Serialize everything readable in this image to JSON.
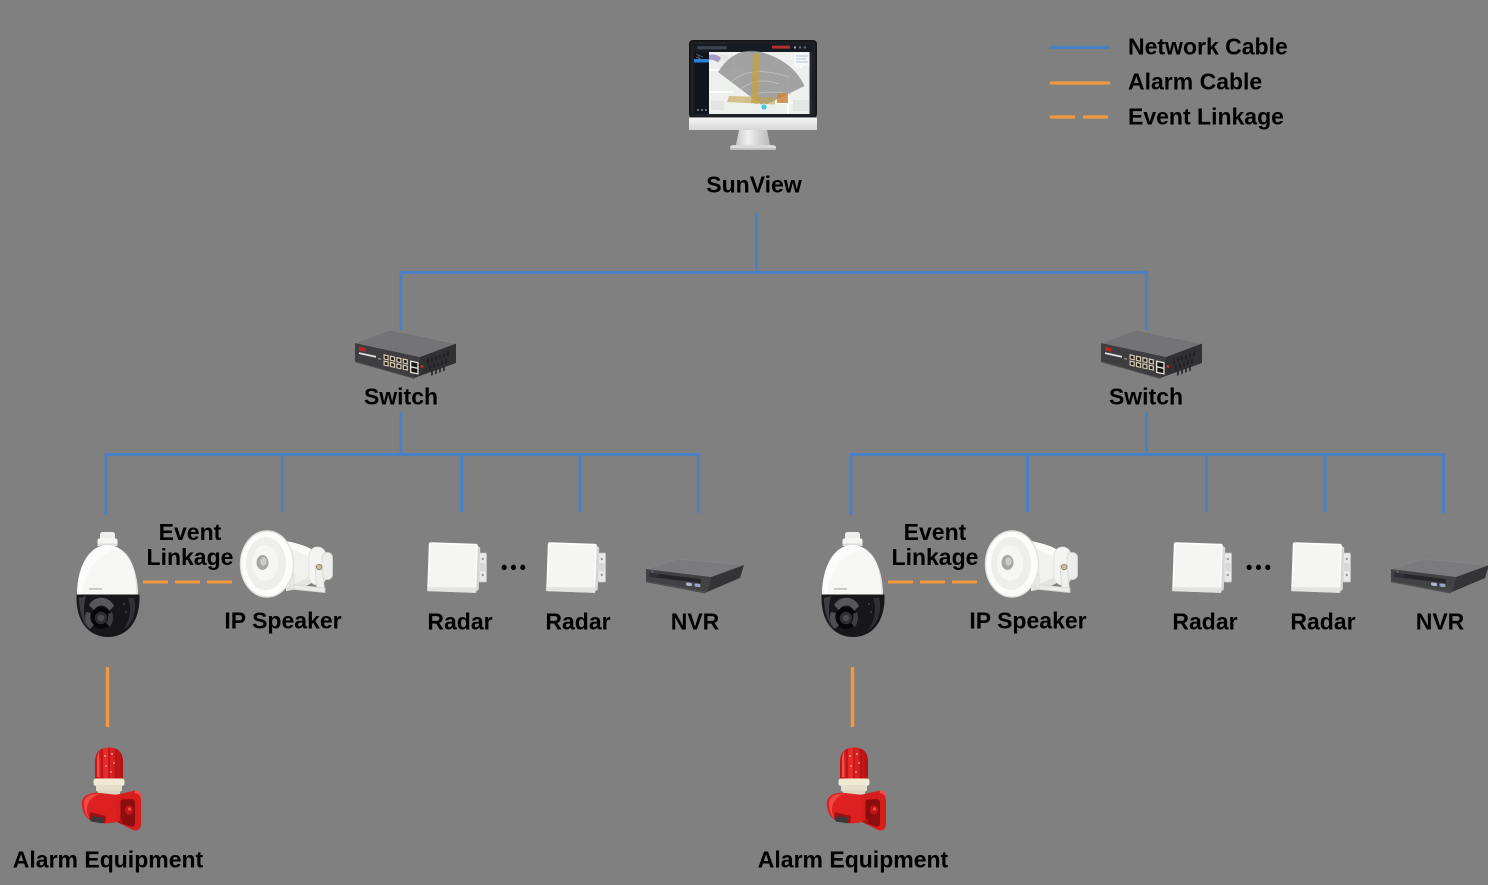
{
  "canvas": {
    "background": "#808080"
  },
  "colors": {
    "network_cable": "#4C80C4",
    "alarm_cable": "#F2993F",
    "text": "#000000"
  },
  "server": {
    "label": "SunView"
  },
  "legend": {
    "items": [
      {
        "label": "Network Cable",
        "line_style": "solid",
        "color": "#4C80C4"
      },
      {
        "label": "Alarm Cable",
        "line_style": "solid",
        "color": "#F2993F"
      },
      {
        "label": "Event Linkage",
        "line_style": "dashed",
        "color": "#F2993F"
      }
    ]
  },
  "clusters": [
    {
      "side": "left",
      "switch": {
        "label": "Switch"
      },
      "camera": {
        "event_linkage_label": "Event Linkage"
      },
      "speaker": {
        "label": "IP Speaker"
      },
      "radar1": {
        "label": "Radar"
      },
      "radar_ellipsis": "•••",
      "radar2": {
        "label": "Radar"
      },
      "nvr": {
        "label": "NVR"
      },
      "alarm": {
        "label": "Alarm Equipment"
      }
    },
    {
      "side": "right",
      "switch": {
        "label": "Switch"
      },
      "camera": {
        "event_linkage_label": "Event Linkage"
      },
      "speaker": {
        "label": "IP Speaker"
      },
      "radar1": {
        "label": "Radar"
      },
      "radar_ellipsis": "•••",
      "radar2": {
        "label": "Radar"
      },
      "nvr": {
        "label": "NVR"
      },
      "alarm": {
        "label": "Alarm Equipment"
      }
    }
  ]
}
